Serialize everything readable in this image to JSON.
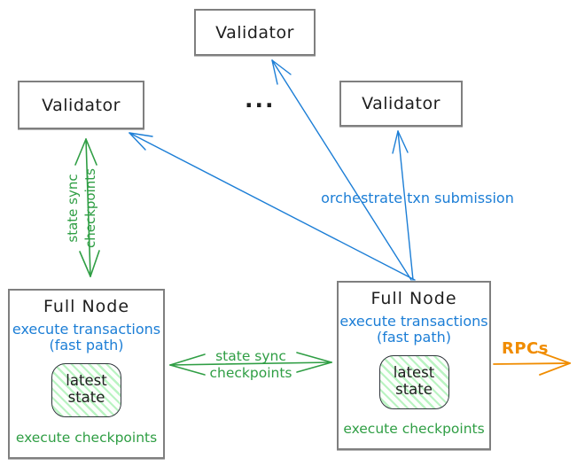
{
  "diagram": {
    "validators": [
      {
        "label": "Validator"
      },
      {
        "label": "Validator"
      },
      {
        "label": "Validator"
      }
    ],
    "ellipsis": "...",
    "full_nodes": [
      {
        "title": "Full Node",
        "execute_transactions": "execute transactions",
        "fast_path": "(fast path)",
        "latest_state_line1": "latest",
        "latest_state_line2": "state",
        "execute_checkpoints": "execute checkpoints"
      },
      {
        "title": "Full Node",
        "execute_transactions": "execute transactions",
        "fast_path": "(fast path)",
        "latest_state_line1": "latest",
        "latest_state_line2": "state",
        "execute_checkpoints": "execute checkpoints"
      }
    ],
    "labels": {
      "vertical_state_sync_line1": "state sync",
      "vertical_state_sync_line2": "checkpoints",
      "horizontal_state_sync_line1": "state sync",
      "horizontal_state_sync_line2": "checkpoints",
      "orchestrate": "orchestrate txn submission",
      "rpcs": "RPCs"
    },
    "colors": {
      "blue": "#1c7ed6",
      "green": "#2f9e44",
      "orange": "#f08c00",
      "box_border": "#7f7f7f",
      "text": "#1e1e1e"
    }
  }
}
